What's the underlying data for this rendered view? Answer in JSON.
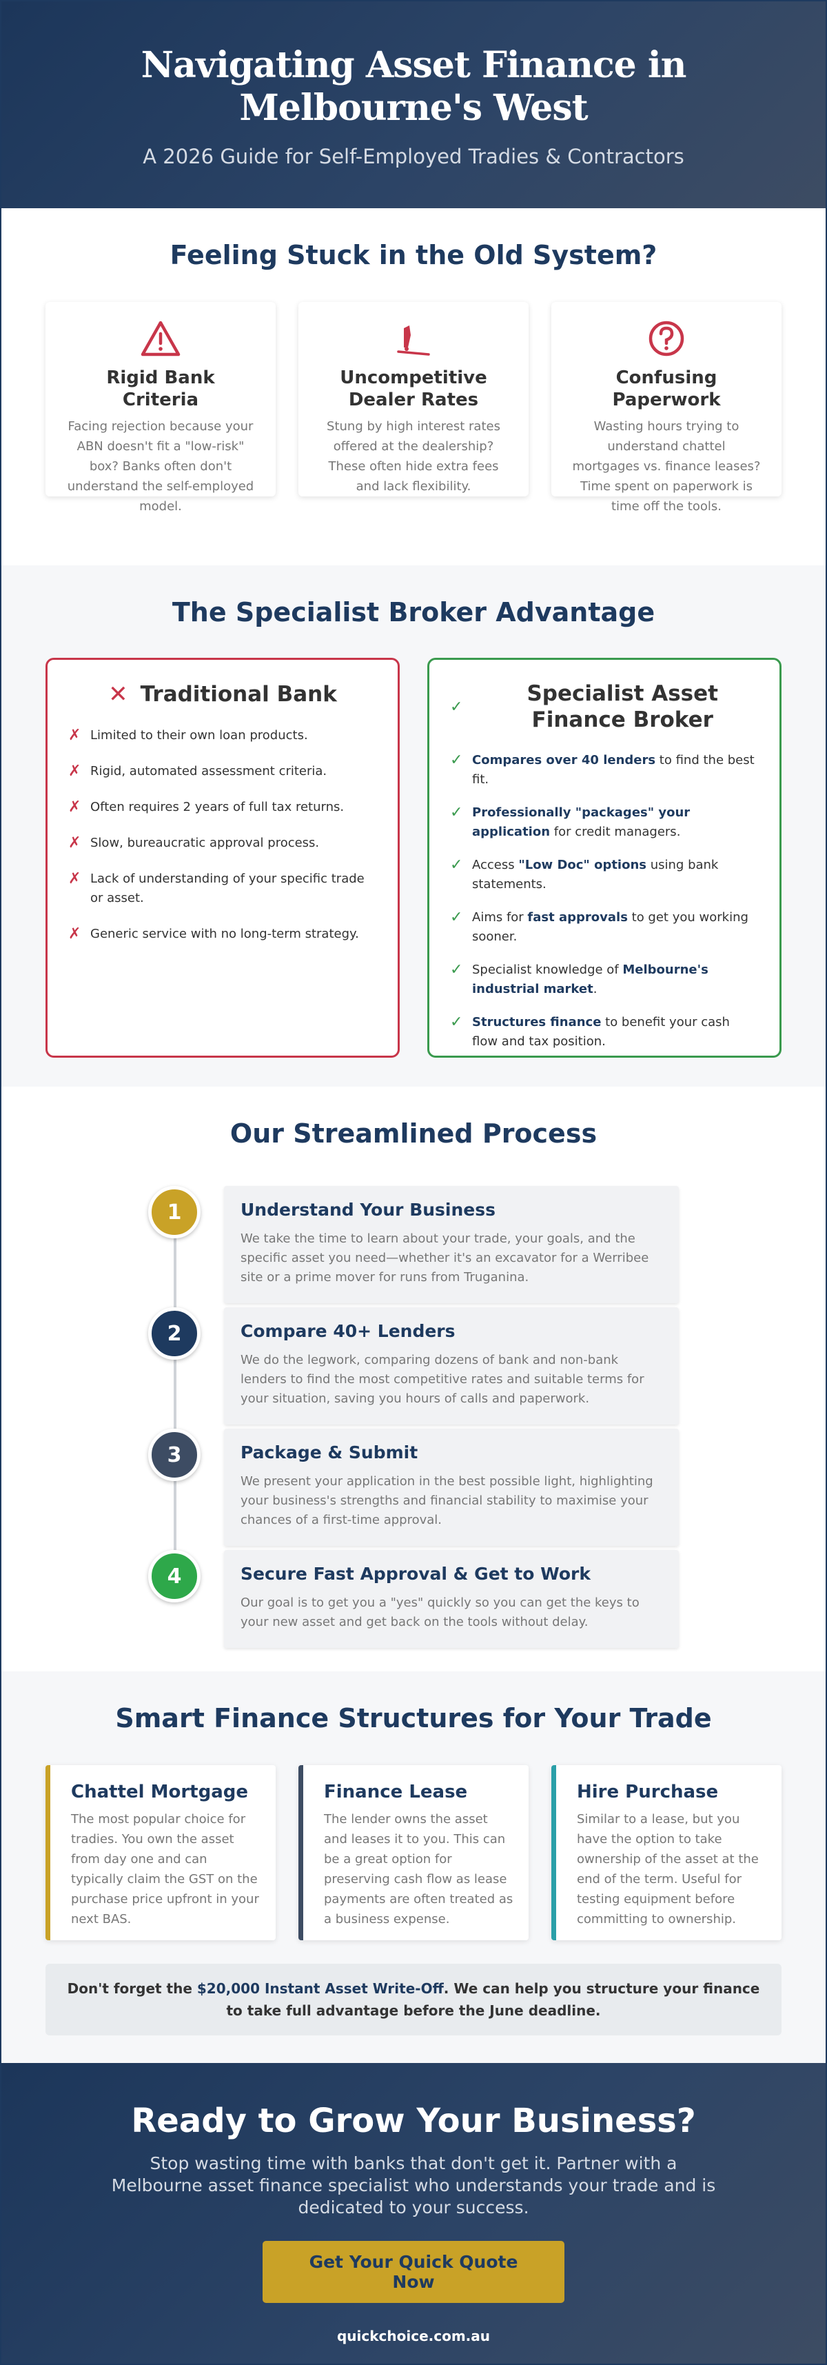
{
  "hero": {
    "title": "Navigating Asset Finance in Melbourne's West",
    "subtitle": "A 2026 Guide for Self-Employed Tradies & Contractors"
  },
  "problems": {
    "title": "Feeling Stuck in the Old System?",
    "cards": [
      {
        "icon": "warning-triangle-icon",
        "title": "Rigid Bank Criteria",
        "text": "Facing rejection because your ABN doesn't fit a \"low-risk\" box? Banks often don't understand the self-employed model."
      },
      {
        "icon": "car-icon",
        "title": "Uncompetitive Dealer Rates",
        "text": "Stung by high interest rates offered at the dealership? These often hide extra fees and lack flexibility."
      },
      {
        "icon": "question-circle-icon",
        "title": "Confusing Paperwork",
        "text": "Wasting hours trying to understand chattel mortgages vs. finance leases? Time spent on paperwork is time off the tools."
      }
    ]
  },
  "advantage": {
    "title": "The Specialist Broker Advantage",
    "bank": {
      "title": "Traditional Bank",
      "items": [
        "Limited to their own loan products.",
        "Rigid, automated assessment criteria.",
        "Often requires 2 years of full tax returns.",
        "Slow, bureaucratic approval process.",
        "Lack of understanding of your specific trade or asset.",
        "Generic service with no long-term strategy."
      ]
    },
    "broker": {
      "title": "Specialist Asset Finance Broker",
      "items": [
        {
          "pre": "",
          "bold": "Compares over 40 lenders",
          "post": " to find the best fit."
        },
        {
          "pre": "",
          "bold": "Professionally \"packages\" your application",
          "post": " for credit managers."
        },
        {
          "pre": "Access ",
          "bold": "\"Low Doc\" options",
          "post": " using bank statements."
        },
        {
          "pre": "Aims for ",
          "bold": "fast approvals",
          "post": " to get you working sooner."
        },
        {
          "pre": "Specialist knowledge of ",
          "bold": "Melbourne's industrial market",
          "post": "."
        },
        {
          "pre": "",
          "bold": "Structures finance",
          "post": " to benefit your cash flow and tax position."
        }
      ]
    }
  },
  "process": {
    "title": "Our Streamlined Process",
    "steps": [
      {
        "num": "1",
        "color": "#c9a227",
        "title": "Understand Your Business",
        "text": "We take the time to learn about your trade, your goals, and the specific asset you need—whether it's an excavator for a Werribee site or a prime mover for runs from Truganina."
      },
      {
        "num": "2",
        "color": "#1e3a5f",
        "title": "Compare 40+ Lenders",
        "text": "We do the legwork, comparing dozens of bank and non-bank lenders to find the most competitive rates and suitable terms for your situation, saving you hours of calls and paperwork."
      },
      {
        "num": "3",
        "color": "#3d4c63",
        "title": "Package & Submit",
        "text": "We present your application in the best possible light, highlighting your business's strengths and financial stability to maximise your chances of a first-time approval."
      },
      {
        "num": "4",
        "color": "#2ea84a",
        "title": "Secure Fast Approval & Get to Work",
        "text": "Our goal is to get you a \"yes\" quickly so you can get the keys to your new asset and get back on the tools without delay."
      }
    ]
  },
  "structures": {
    "title": "Smart Finance Structures for Your Trade",
    "cards": [
      {
        "color": "#c9a227",
        "title": "Chattel Mortgage",
        "text": "The most popular choice for tradies. You own the asset from day one and can typically claim the GST on the purchase price upfront in your next BAS."
      },
      {
        "color": "#3d4c63",
        "title": "Finance Lease",
        "text": "The lender owns the asset and leases it to you. This can be a great option for preserving cash flow as lease payments are often treated as a business expense."
      },
      {
        "color": "#2a9fa8",
        "title": "Hire Purchase",
        "text": "Similar to a lease, but you have the option to take ownership of the asset at the end of the term. Useful for testing equipment before committing to ownership."
      }
    ],
    "note": {
      "pre": "Don't forget the ",
      "highlight": "$20,000 Instant Asset Write-Off",
      "post": ". We can help you structure your finance to take full advantage before the June deadline."
    }
  },
  "cta": {
    "title": "Ready to Grow Your Business?",
    "text": "Stop wasting time with banks that don't get it. Partner with a Melbourne asset finance specialist who understands your trade and is dedicated to your success.",
    "button": "Get Your Quick Quote Now",
    "site": "quickchoice.com.au"
  }
}
